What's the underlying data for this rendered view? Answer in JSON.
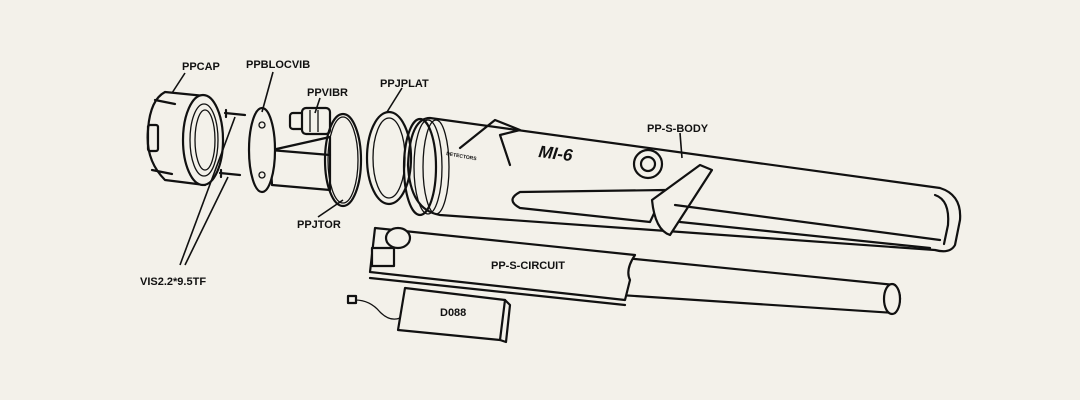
{
  "labels": {
    "cap": "PPCAP",
    "vib_block": "PPBLOCVIB",
    "vibrator": "PPVIBR",
    "flat_seal": "PPJPLAT",
    "body": "PP-S-BODY",
    "o_ring": "PPJTOR",
    "screws": "VIS2.2*9.5TF",
    "circuit": "PP-S-CIRCUIT",
    "battery": "D088"
  },
  "product_marking": {
    "model": "MI-6",
    "brand": "DETECTORS"
  },
  "colors": {
    "background": "#f3f1ea",
    "ink": "#111111"
  }
}
